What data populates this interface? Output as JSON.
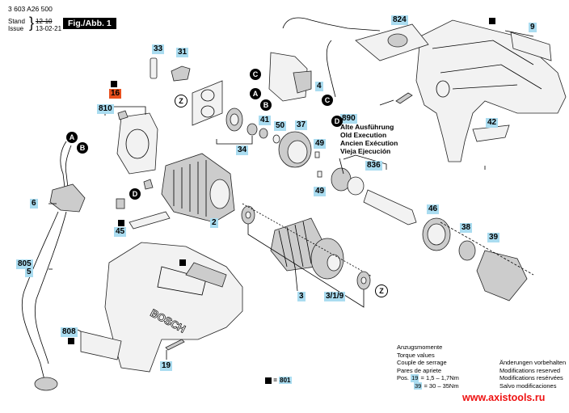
{
  "header": {
    "part_number": "3 603 A26 500",
    "stand_label": "Stand",
    "issue_label": "Issue",
    "date_old": "12-10",
    "date_new": "13-02-21",
    "figure_label": "Fig./Abb. 1"
  },
  "parts": {
    "p824": "824",
    "p9": "9",
    "p33": "33",
    "p31": "31",
    "p16": "16",
    "p810": "810",
    "p4": "4",
    "p890": "890",
    "p41": "41",
    "p50": "50",
    "p37": "37",
    "p49a": "49",
    "p49b": "49",
    "p34": "34",
    "p836": "836",
    "p42": "42",
    "p6": "6",
    "p2": "2",
    "p45": "45",
    "p46": "46",
    "p38": "38",
    "p39": "39",
    "p805": "805",
    "p5": "5",
    "p3": "3",
    "p319": "3/1/9",
    "p808": "808",
    "p19": "19",
    "p801": "801"
  },
  "connectors": {
    "A": "A",
    "B": "B",
    "C": "C",
    "D": "D",
    "Z": "Z"
  },
  "old_execution": {
    "de": "Alte Ausführung",
    "en": "Old Execution",
    "fr": "Ancien Exécution",
    "es": "Vieja Ejecución"
  },
  "torque": {
    "de": "Anzugsmomente",
    "en": "Torque values",
    "fr": "Couple de serrage",
    "es": "Pares de apriete",
    "pos_label": "Pos.",
    "row1_pos": "19",
    "row1_value": "=   1,5  –  1,7Nm",
    "row2_pos": "39",
    "row2_value": "=   30  –  35Nm"
  },
  "modifications": {
    "de": "Änderungen vorbehalten",
    "en": "Modifications reserved",
    "fr": "Modifications resérvées",
    "es": "Salvo modificaciones"
  },
  "legend": {
    "equals": "="
  },
  "watermark": "www.axistools.ru",
  "brand_on_housing": "BOSCH",
  "colors": {
    "label_bg": "#aadcf0",
    "highlight_label_bg": "#e8501e",
    "watermark": "#ee1111"
  }
}
